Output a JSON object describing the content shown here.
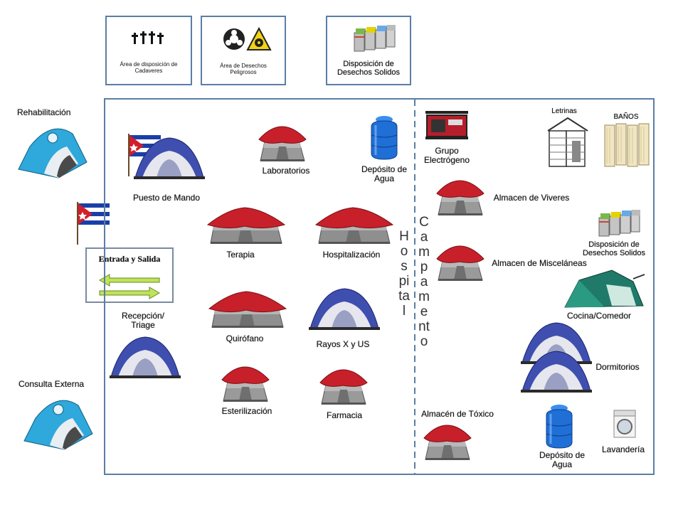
{
  "top_boxes": {
    "cadaveres": "Área de disposición de Cadaveres",
    "peligrosos": "Área de Desechos Peligrosos",
    "solidos": "Disposición de Desechos Solidos"
  },
  "outside": {
    "rehabilitacion": "Rehabilitación",
    "consulta": "Consulta Externa",
    "entrada": "Entrada y Salida"
  },
  "hospital": {
    "section_label": "Hospital",
    "puesto": "Puesto de Mando",
    "laboratorios": "Laboratorios",
    "deposito": "Depósito de Agua",
    "terapia": "Terapia",
    "hospitalizacion": "Hospitalización",
    "recepcion": "Recepción/ Triage",
    "quirofano": "Quirófano",
    "rayos": "Rayos X y US",
    "esterilizacion": "Esterilización",
    "farmacia": "Farmacia"
  },
  "campamento": {
    "section_label": "Campamento",
    "grupo": "Grupo Electrógeno",
    "letrinas": "Letrinas",
    "banos": "BAÑOS",
    "viveres": "Almacen de Viveres",
    "desechos": "Disposición de Desechos Solidos",
    "miscelaneas": "Almacen de Misceláneas",
    "cocina": "Cocina/Comedor",
    "dormitorios": "Dormitorios",
    "toxico": "Almacén de Tóxico",
    "deposito": "Depósito de Agua",
    "lavanderia": "Lavandería"
  },
  "colors": {
    "border": "#5a7ea6",
    "tent_red": "#c8202a",
    "tent_gray": "#8a8a8a",
    "tent_blue": "#3f4fb0",
    "tent_cyan": "#2fa8dc",
    "water_tank": "#1f6fd6"
  }
}
